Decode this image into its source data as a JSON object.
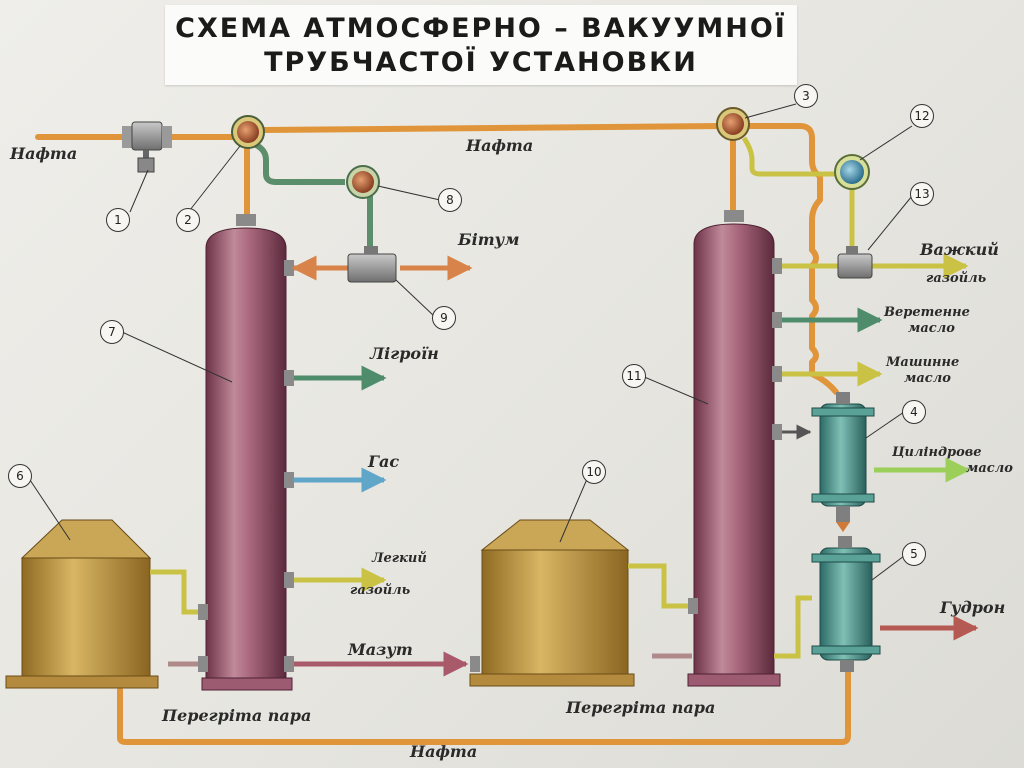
{
  "title": {
    "line1": "СХЕМА АТМОСФЕРНО – ВАКУУМНОЇ",
    "line2": "ТРУБЧАСТОЇ УСТАНОВКИ"
  },
  "labels": {
    "nafta_left": "Нафта",
    "nafta_top": "Нафта",
    "nafta_bottom": "Нафта",
    "bitum": "Бітум",
    "ligroin": "Лігроїн",
    "gas": "Гас",
    "light_gasoil_1": "Легкий",
    "light_gasoil_2": "газойль",
    "mazut": "Мазут",
    "steam_left": "Перегріта  пара",
    "steam_right": "Перегріта  пара",
    "heavy_gasoil_1": "Важкий",
    "heavy_gasoil_2": "газойль",
    "spindle_oil_1": "Веретенне",
    "spindle_oil_2": "масло",
    "machine_oil_1": "Машинне",
    "machine_oil_2": "масло",
    "cylinder_oil_1": "Циліндрове",
    "cylinder_oil_2": "масло",
    "gudron": "Гудрон"
  },
  "callouts": [
    "1",
    "2",
    "3",
    "4",
    "5",
    "6",
    "7",
    "8",
    "9",
    "10",
    "11",
    "12",
    "13"
  ],
  "colors": {
    "crude_pipe": "#e0953a",
    "column": "#8f4a60",
    "tank": "#c0983e",
    "heat_exchanger": "#3f8f86",
    "product_green": "#4f8c6c",
    "product_blue": "#5fa6c8",
    "product_yellow": "#c9c245",
    "product_red": "#b55a52"
  }
}
